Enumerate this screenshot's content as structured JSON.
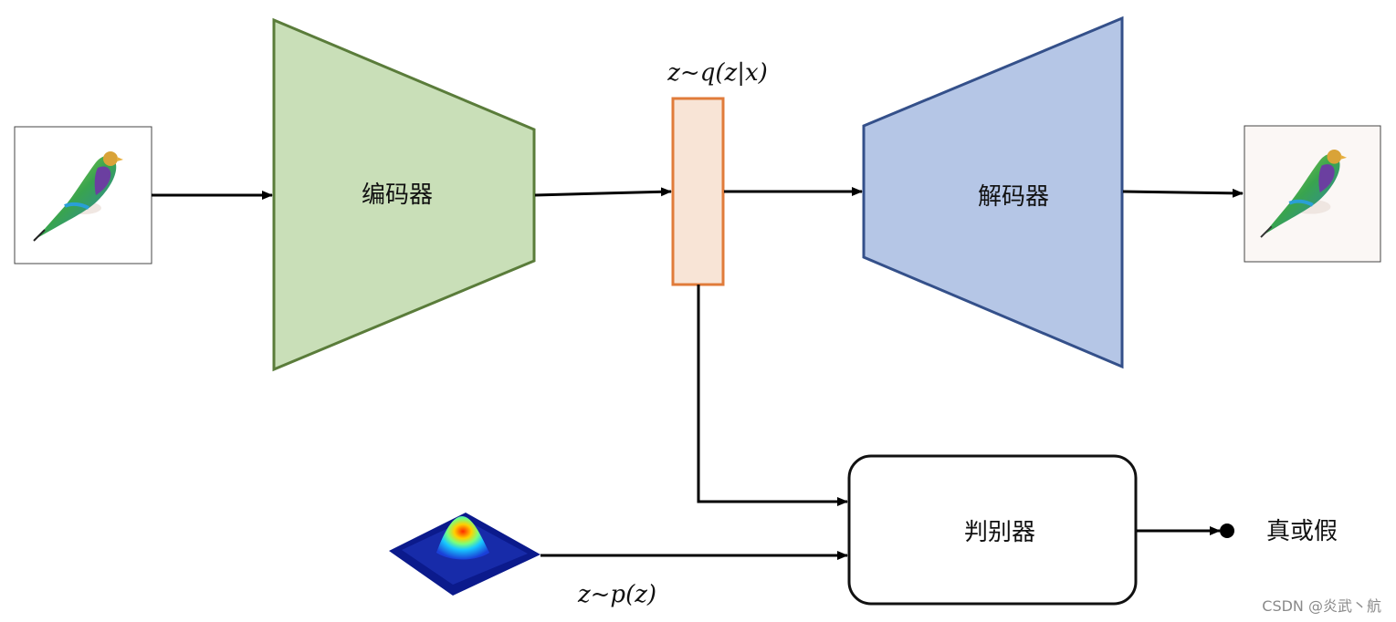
{
  "diagram": {
    "encoder_label": "编码器",
    "decoder_label": "解码器",
    "discriminator_label": "判别器",
    "latent_label": "z~q(z|x)",
    "prior_label": "z~p(z)",
    "output_label": "真或假",
    "watermark": "CSDN @炎武丶航"
  },
  "colors": {
    "encoder_fill": "#c9dfb8",
    "encoder_stroke": "#5a7c3a",
    "decoder_fill": "#b5c6e6",
    "decoder_stroke": "#34508a",
    "latent_fill": "#f8e4d6",
    "latent_stroke": "#e07b3a",
    "arrow": "#000000"
  },
  "icons": {
    "input_image": "bird-image-icon",
    "output_image": "bird-image-icon",
    "prior_distribution": "gaussian-surface-icon"
  }
}
